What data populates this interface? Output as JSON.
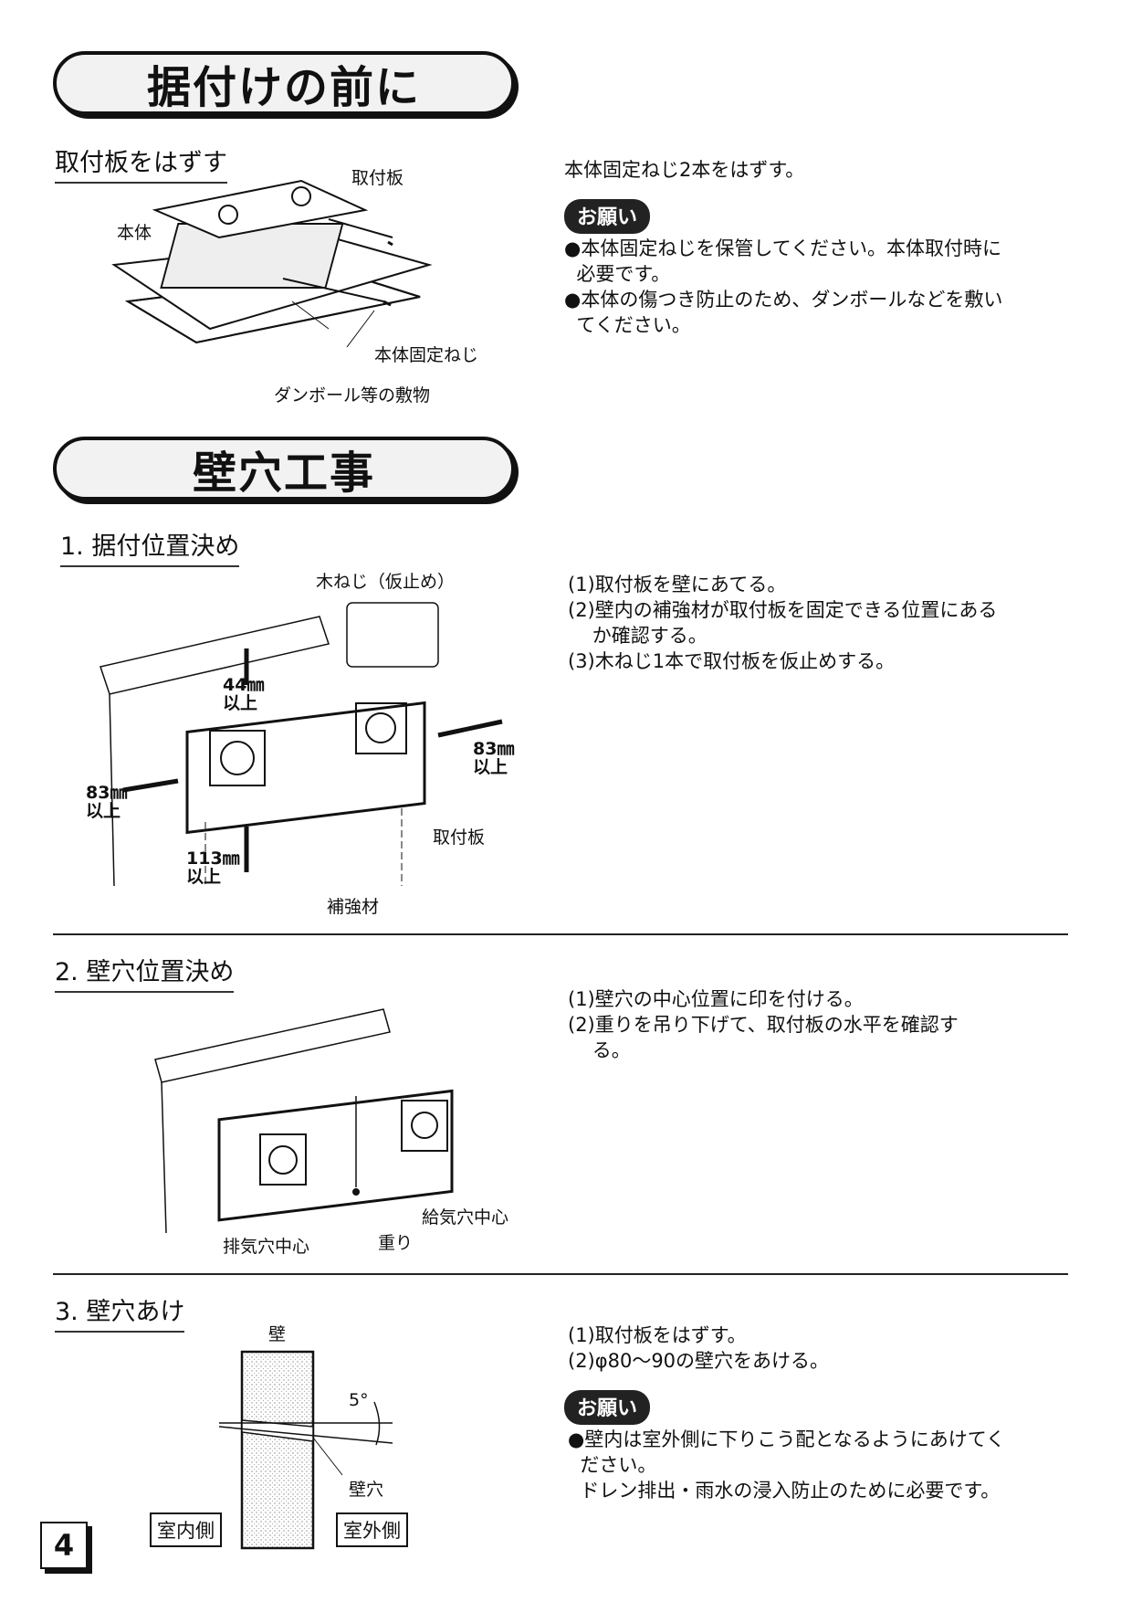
{
  "section1": {
    "title": "据付けの前に",
    "sub": "取付板をはずす",
    "fig": {
      "plate": "取付板",
      "body": "本体",
      "screw": "本体固定ねじ",
      "mat": "ダンボール等の敷物"
    },
    "instruction": "本体固定ねじ2本をはずす。",
    "note_badge": "お願い",
    "notes": [
      "●本体固定ねじを保管してください。本体取付時に\n  必要です。",
      "●本体の傷つき防止のため、ダンボールなどを敷い\n  てください。"
    ]
  },
  "section2": {
    "title": "壁穴工事",
    "step1": {
      "sub": "1. 据付位置決め",
      "fig": {
        "wood_screw": "木ねじ（仮止め）",
        "top": "44㎜\n以上",
        "right": "83㎜\n以上",
        "left": "83㎜\n以上",
        "bottom": "113㎜\n以上",
        "plate": "取付板",
        "reinforce": "補強材"
      },
      "steps": [
        "(1)取付板を壁にあてる。",
        "(2)壁内の補強材が取付板を固定できる位置にある\n    か確認する。",
        "(3)木ねじ1本で取付板を仮止めする。"
      ]
    },
    "step2": {
      "sub": "2. 壁穴位置決め",
      "fig": {
        "exhaust": "排気穴中心",
        "weight": "重り",
        "supply": "給気穴中心"
      },
      "steps": [
        "(1)壁穴の中心位置に印を付ける。",
        "(2)重りを吊り下げて、取付板の水平を確認す\n    る。"
      ]
    },
    "step3": {
      "sub": "3. 壁穴あけ",
      "fig": {
        "wall": "壁",
        "angle": "5°",
        "hole": "壁穴",
        "indoor": "室内側",
        "outdoor": "室外側"
      },
      "steps": [
        "(1)取付板をはずす。",
        "(2)φ80〜90の壁穴をあける。"
      ],
      "note_badge": "お願い",
      "notes": [
        "●壁内は室外側に下りこう配となるようにあけてく\n  ださい。\n  ドレン排出・雨水の浸入防止のために必要です。"
      ]
    }
  },
  "page_number": "4"
}
